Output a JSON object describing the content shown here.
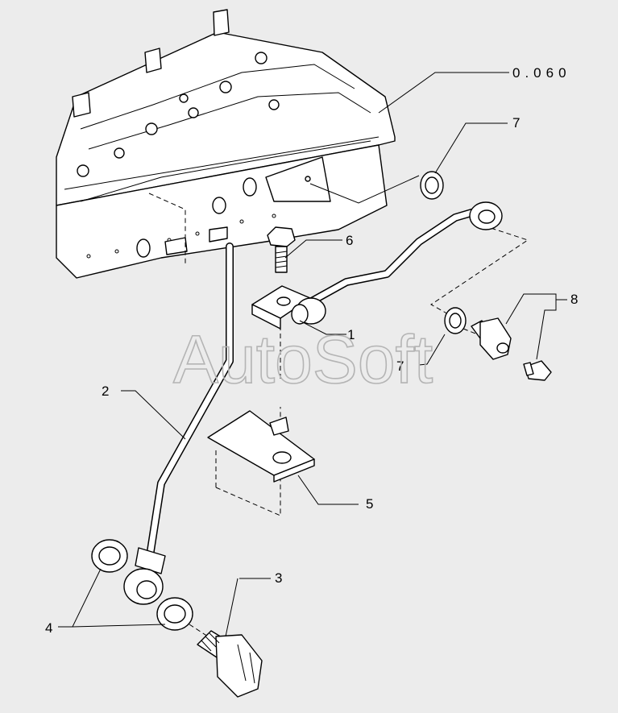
{
  "watermark": "AutoSoft",
  "callouts": {
    "ref_group": "0.060",
    "c1": "1",
    "c2": "2",
    "c3": "3",
    "c4": "4",
    "c5": "5",
    "c6": "6",
    "c7a": "7",
    "c7b": "7",
    "c8": "8"
  }
}
